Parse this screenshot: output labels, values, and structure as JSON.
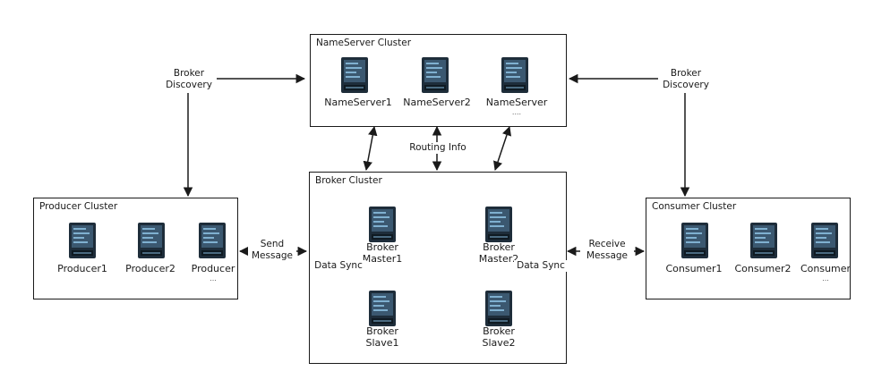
{
  "colors": {
    "line": "#1a1a1a",
    "server_body": "#1e2d3a",
    "server_face": "#3b5870",
    "server_led": "#7fb0d0"
  },
  "clusters": {
    "nameserver": {
      "title": "NameServer Cluster",
      "nodes": [
        "NameServer1",
        "NameServer2",
        "NameServer"
      ],
      "ellipsis": "...."
    },
    "producer": {
      "title": "Producer Cluster",
      "nodes": [
        "Producer1",
        "Producer2",
        "Producer"
      ],
      "ellipsis": "..."
    },
    "broker": {
      "title": "Broker Cluster",
      "master1": [
        "Broker",
        "Master1"
      ],
      "master2": [
        "Broker",
        "Master2"
      ],
      "slave1": [
        "Broker",
        "Slave1"
      ],
      "slave2": [
        "Broker",
        "Slave2"
      ]
    },
    "consumer": {
      "title": "Consumer Cluster",
      "nodes": [
        "Consumer1",
        "Consumer2",
        "Consumer"
      ],
      "ellipsis": "..."
    }
  },
  "labels": {
    "broker_discovery_left": [
      "Broker",
      "Discovery"
    ],
    "broker_discovery_right": [
      "Broker",
      "Discovery"
    ],
    "routing_info": "Routing Info",
    "send_message": [
      "Send",
      "Message"
    ],
    "receive_message": [
      "Receive",
      "Message"
    ],
    "data_sync_left": "Data Sync",
    "data_sync_right": "Data Sync"
  }
}
